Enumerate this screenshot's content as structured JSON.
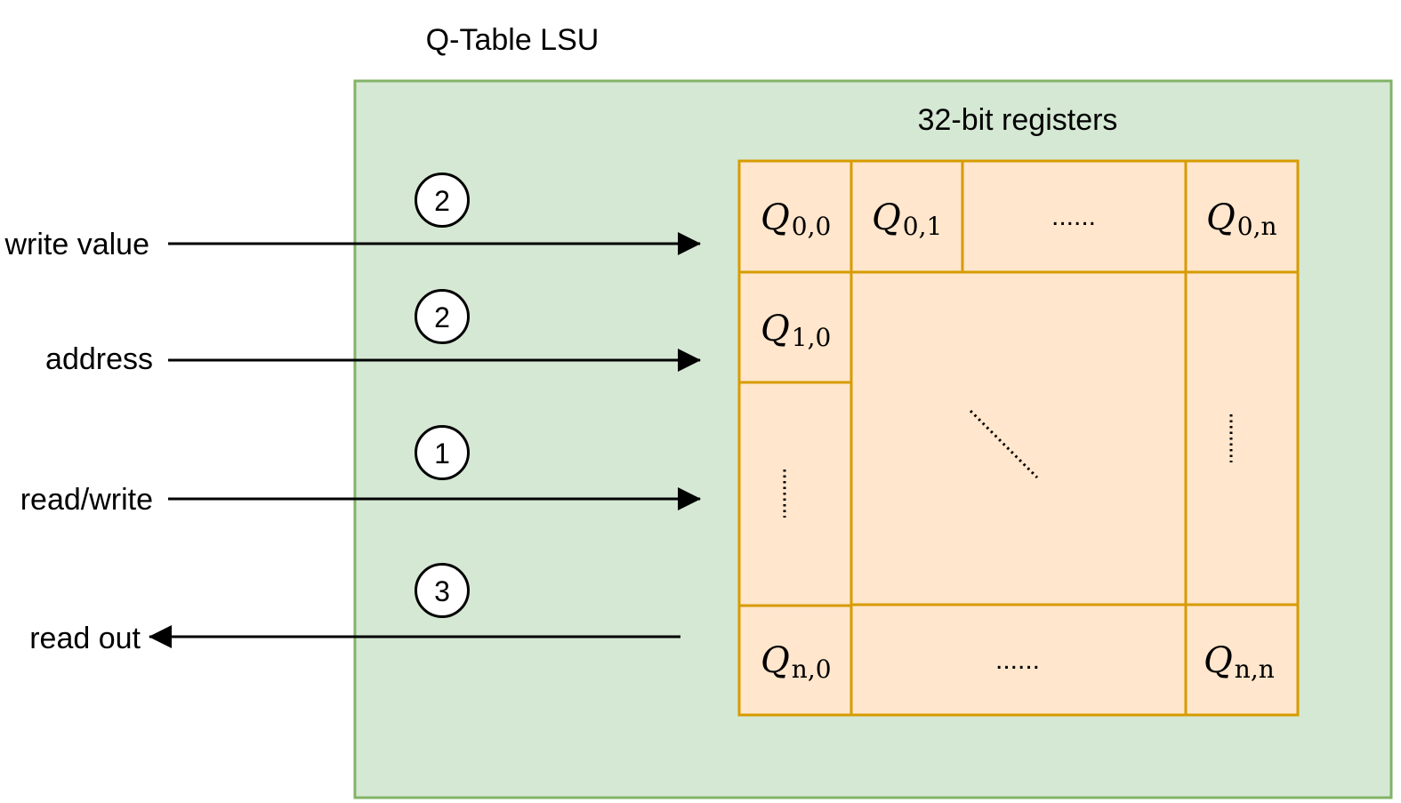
{
  "title": "Q-Table LSU",
  "register_label": "32-bit registers",
  "colors": {
    "container_fill": "#d5e8d4",
    "container_stroke": "#82b366",
    "cell_fill": "#ffe6cc",
    "cell_stroke": "#d79b00"
  },
  "signals": [
    {
      "label": "write value",
      "step": "2",
      "direction": "in"
    },
    {
      "label": "address",
      "step": "2",
      "direction": "in"
    },
    {
      "label": "read/write",
      "step": "1",
      "direction": "in"
    },
    {
      "label": "read out",
      "step": "3",
      "direction": "out"
    }
  ],
  "cells": {
    "q00": {
      "base": "Q",
      "sub": "0,0"
    },
    "q01": {
      "base": "Q",
      "sub": "0,1"
    },
    "q0n": {
      "base": "Q",
      "sub": "0,n"
    },
    "q10": {
      "base": "Q",
      "sub": "1,0"
    },
    "qn0": {
      "base": "Q",
      "sub": "n,0"
    },
    "qnn": {
      "base": "Q",
      "sub": "n,n"
    }
  },
  "ellipsis": "......"
}
